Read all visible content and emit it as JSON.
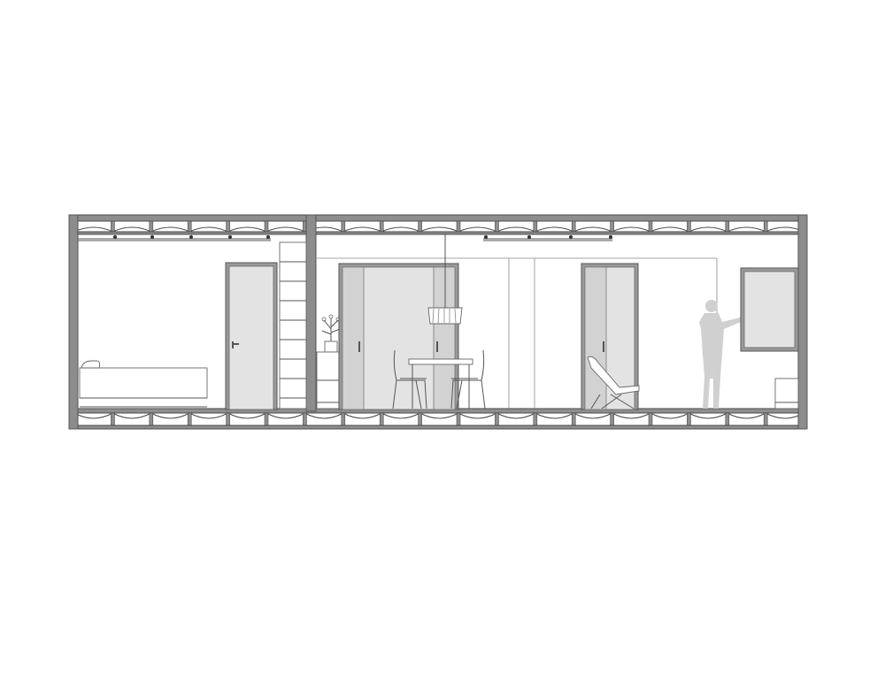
{
  "drawing": {
    "kind": "building-section",
    "labels": []
  },
  "colors": {
    "structure": "#8e8e8e",
    "outline": "#4a4a4a",
    "door_leaf": "#e3e3e3",
    "panel": "#e6e6e6",
    "figure": "#d0d0d0",
    "background": "#ffffff"
  },
  "elements": {
    "rooms": [
      "bedroom",
      "living-dining"
    ],
    "furniture": [
      "bed",
      "ladder-shelf",
      "side-cabinet",
      "potted-plant",
      "dining-table",
      "dining-chair",
      "dining-chair",
      "pendant-lamp",
      "lounge-chair",
      "stool",
      "wall-artwork"
    ],
    "figures": [
      "standing-person"
    ]
  }
}
